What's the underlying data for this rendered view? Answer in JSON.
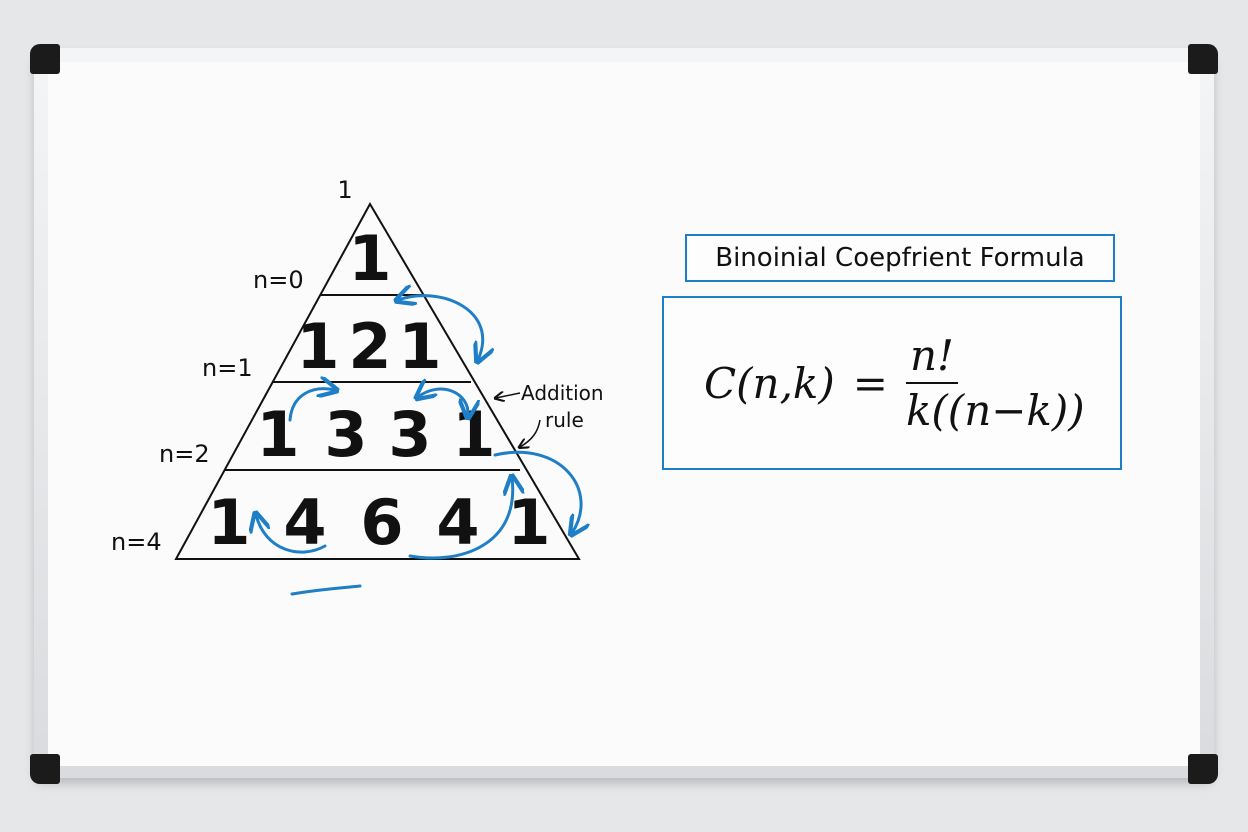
{
  "triangle": {
    "apex_label": "1",
    "row_labels": [
      "n=0",
      "n=1",
      "n=2",
      "n=4"
    ],
    "rows": [
      [
        "1"
      ],
      [
        "1",
        "2",
        "1"
      ],
      [
        "1",
        "3",
        "3",
        "1"
      ],
      [
        "1",
        "4",
        "6",
        "4",
        "1"
      ]
    ],
    "annotation_line1": "Addition",
    "annotation_line2": "rule"
  },
  "formula_panel": {
    "title": "Binoinial Coepfrient Formula",
    "lhs": "C(n,k)",
    "equals": "=",
    "numerator": "n!",
    "denominator": "k((n−k))"
  },
  "colors": {
    "accent_blue": "#1f7fc6",
    "ink": "#111111",
    "board": "#fbfbfb",
    "frame": "#d9dbde"
  }
}
